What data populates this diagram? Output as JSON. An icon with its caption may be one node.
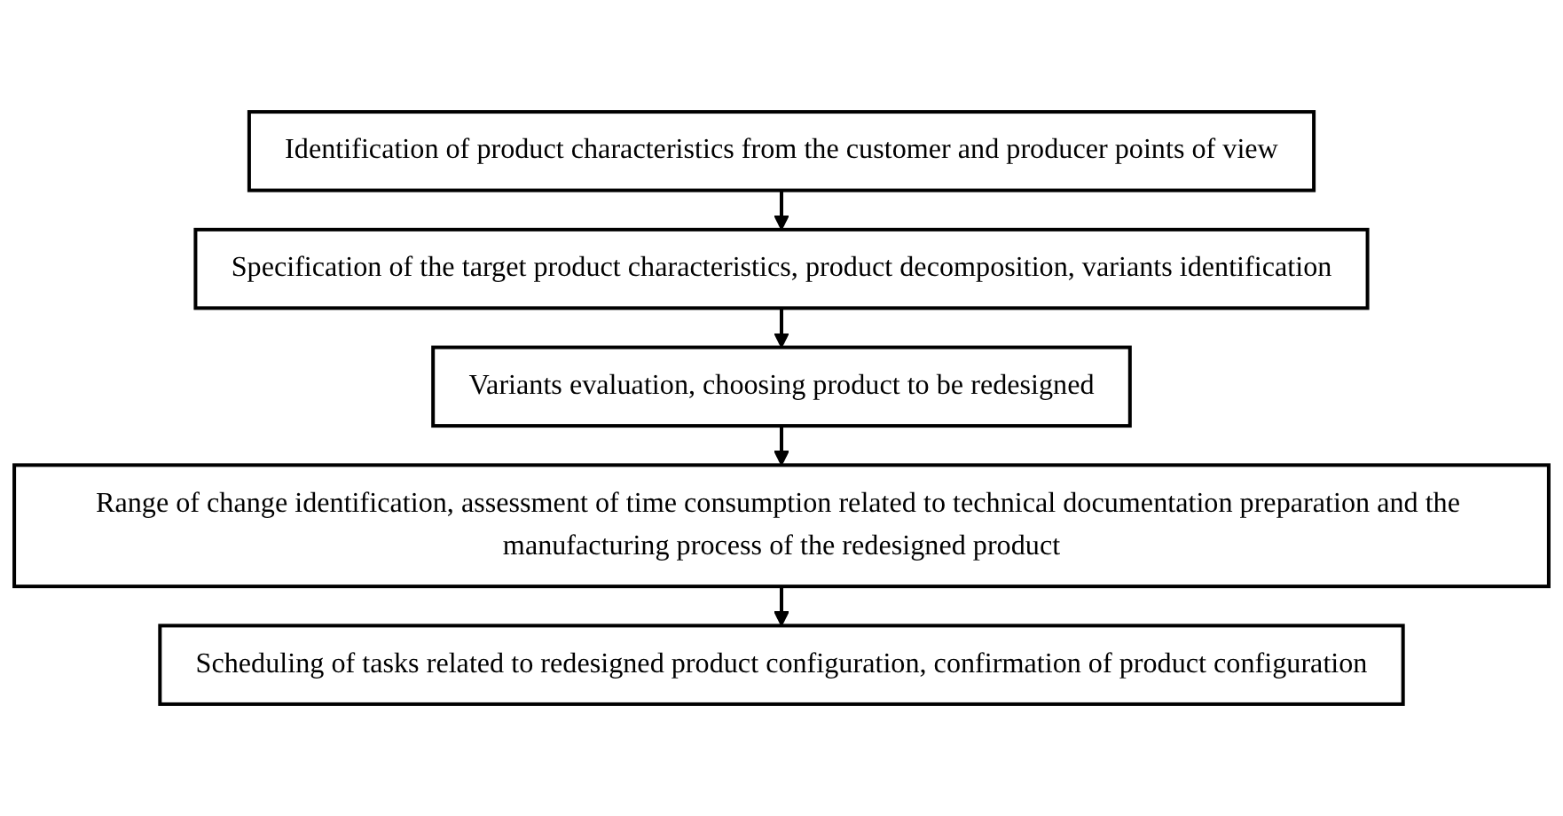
{
  "diagram": {
    "nodes": [
      {
        "text": [
          "Identification of product characteristics from the customer and producer points of view"
        ]
      },
      {
        "text": [
          "Specification of the target product characteristics, product decomposition, variants identification"
        ]
      },
      {
        "text": [
          "Variants evaluation, choosing product to be redesigned"
        ]
      },
      {
        "text": [
          "Range of change identification, assessment of time consumption related to technical documentation preparation and the manufacturing process of the redesigned product"
        ]
      },
      {
        "text": [
          "Scheduling of tasks related to redesigned product configuration, confirmation of product configuration"
        ]
      }
    ],
    "edges": [
      {
        "from": 0,
        "to": 1,
        "arrow": "to"
      },
      {
        "from": 1,
        "to": 2,
        "arrow": "to"
      },
      {
        "from": 2,
        "to": 3,
        "arrow": "to"
      },
      {
        "from": 3,
        "to": 4,
        "arrow": "to"
      }
    ]
  }
}
